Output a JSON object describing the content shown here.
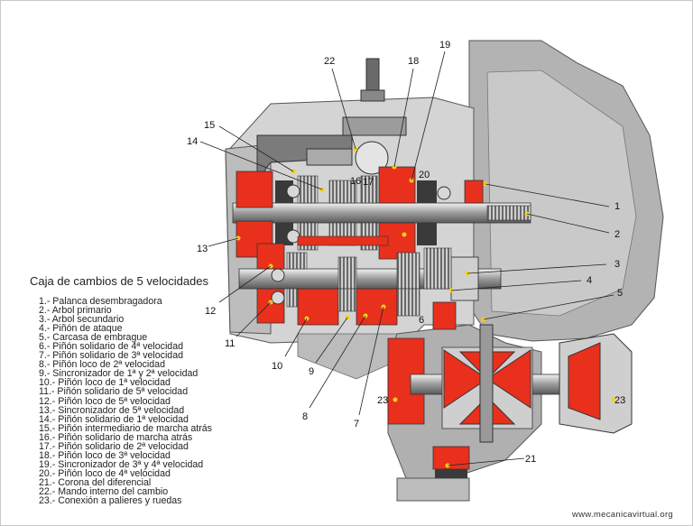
{
  "diagram": {
    "title": "Caja de cambios de 5 velocidades",
    "legend": [
      "1.- Palanca desembragadora",
      "2.- Arbol primario",
      "3.- Arbol secundario",
      "4.- Piñón de ataque",
      "5.- Carcasa de embrague",
      "6.- Piñón solidario de 4ª velocidad",
      "7.- Piñón solidario de 3ª velocidad",
      "8.- Piñón loco de 2ª velocidad",
      "9.- Sincronizador de 1ª y 2ª velocidad",
      "10.- Piñón loco de 1ª velocidad",
      "11.- Piñón solidario de 5ª velocidad",
      "12.- Piñón loco de 5ª velocidad",
      "13.- Sincronizador de 5ª velocidad",
      "14.- Piñón solidario de 1ª velocidad",
      "15.- Piñón intermediario de marcha atrás",
      "16.- Piñón solidario de marcha atrás",
      "17.- Piñón solidario de 2ª velocidad",
      "18.- Piñón loco de 3ª velocidad",
      "19.- Sincronizador de 3ª y 4ª velocidad",
      "20.- Piñón loco de 4ª velocidad",
      "21.- Corona del diferencial",
      "22.- Mando interno del cambio",
      "23.- Conexión a palieres y ruedas"
    ],
    "callouts": [
      "22",
      "18",
      "19",
      "15",
      "14",
      "16",
      "17",
      "20",
      "1",
      "2",
      "13",
      "3",
      "4",
      "5",
      "12",
      "6",
      "11",
      "10",
      "9",
      "8",
      "7",
      "23",
      "23",
      "21"
    ],
    "credit": "www.mecanicavirtual.org",
    "colors": {
      "section_red": "#e8301c",
      "housing_gray": "#a9a9a9",
      "dark_steel": "#3a3a3a"
    }
  }
}
